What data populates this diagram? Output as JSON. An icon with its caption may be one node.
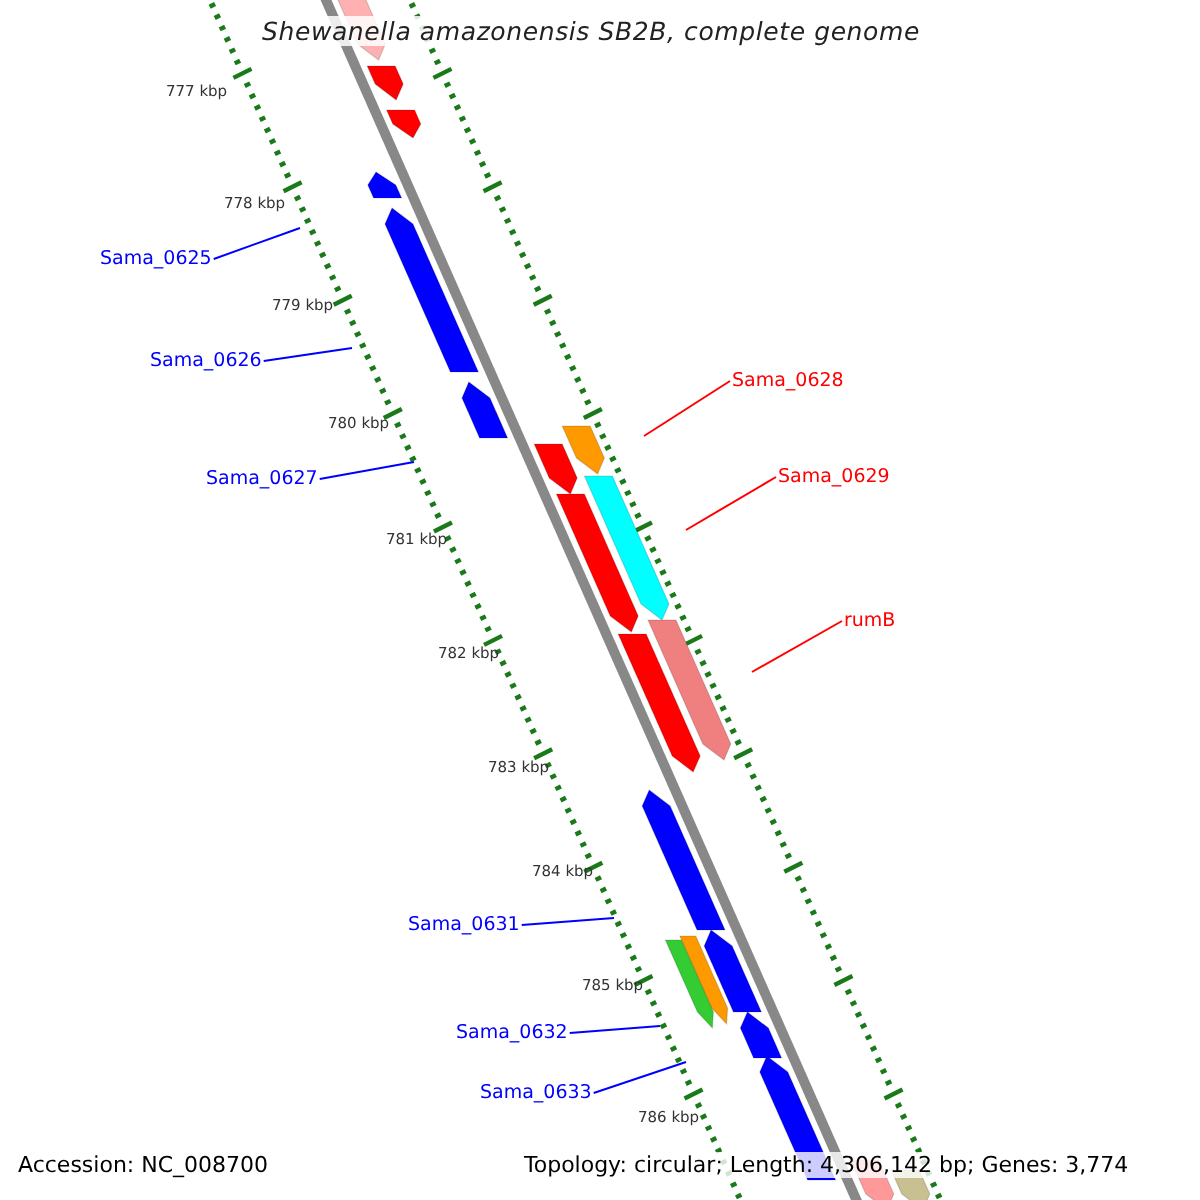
{
  "diagram": {
    "title": "Shewanella amazonensis SB2B, complete genome",
    "nodes": [
      {
        "text": [
          "Sama_0625"
        ]
      },
      {
        "text": [
          "Sama_0626"
        ]
      },
      {
        "text": [
          "Sama_0627"
        ]
      },
      {
        "text": [
          "Sama_0628"
        ]
      },
      {
        "text": [
          "Sama_0629"
        ]
      },
      {
        "text": [
          "rumB"
        ]
      },
      {
        "text": [
          "Sama_0631"
        ]
      },
      {
        "text": [
          "Sama_0632"
        ]
      },
      {
        "text": [
          "Sama_0633"
        ]
      }
    ],
    "edges": [
      {
        "from": 0,
        "to": null,
        "arrow": "none"
      },
      {
        "from": 1,
        "to": null,
        "arrow": "none"
      },
      {
        "from": 2,
        "to": null,
        "arrow": "none"
      },
      {
        "from": 3,
        "to": null,
        "arrow": "none",
        "color": "#ff0000"
      },
      {
        "from": 4,
        "to": null,
        "arrow": "none",
        "color": "#ff0000"
      },
      {
        "from": 5,
        "to": null,
        "arrow": "none",
        "color": "#ff0000"
      },
      {
        "from": 6,
        "to": null,
        "arrow": "none"
      },
      {
        "from": 7,
        "to": null,
        "arrow": "none"
      },
      {
        "from": 8,
        "to": null,
        "arrow": "none"
      }
    ],
    "labels": [
      "777 kbp",
      "778 kbp",
      "779 kbp",
      "780 kbp",
      "781 kbp",
      "782 kbp",
      "783 kbp",
      "784 kbp",
      "785 kbp",
      "786 kbp",
      "Accession: NC_008700",
      "Topology: circular; Length: 4,306,142 bp; Genes: 3,774"
    ]
  }
}
